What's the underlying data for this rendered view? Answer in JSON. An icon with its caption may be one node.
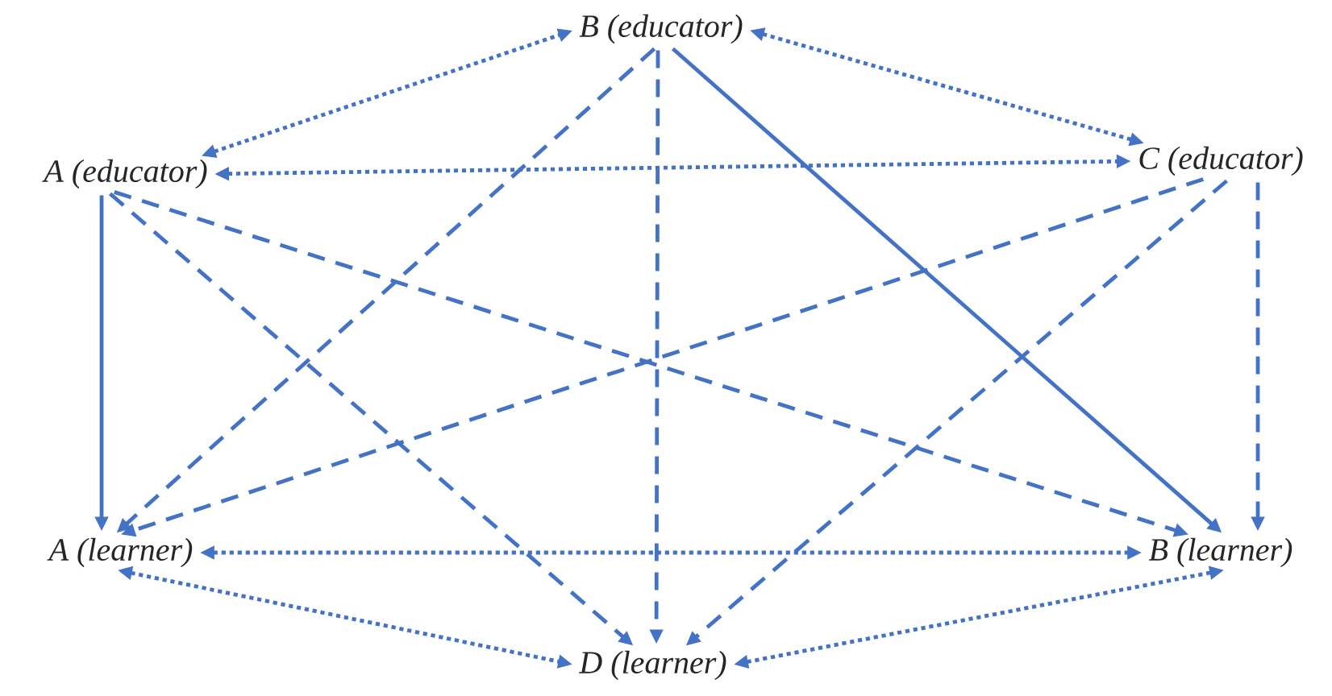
{
  "diagram": {
    "nodes": [
      {
        "text": [
          "B (educator)"
        ]
      },
      {
        "text": [
          "A (educator)"
        ]
      },
      {
        "text": [
          "C (educator)"
        ]
      },
      {
        "text": [
          "A (learner)"
        ]
      },
      {
        "text": [
          "B (learner)"
        ]
      },
      {
        "text": [
          "D (learner)"
        ]
      }
    ],
    "edges": [
      {
        "from": 1,
        "to": 0,
        "arrow": "both",
        "style": "dashed"
      },
      {
        "from": 0,
        "to": 2,
        "arrow": "both",
        "style": "dashed"
      },
      {
        "from": 1,
        "to": 2,
        "arrow": "both",
        "style": "dashed"
      },
      {
        "from": 1,
        "to": 3,
        "arrow": "to"
      },
      {
        "from": 1,
        "to": 5,
        "arrow": "to",
        "style": "dashed"
      },
      {
        "from": 1,
        "to": 4,
        "arrow": "to",
        "style": "dashed"
      },
      {
        "from": 0,
        "to": 3,
        "arrow": "to",
        "style": "dashed"
      },
      {
        "from": 0,
        "to": 5,
        "arrow": "to",
        "style": "dashed"
      },
      {
        "from": 0,
        "to": 4,
        "arrow": "to"
      },
      {
        "from": 2,
        "to": 3,
        "arrow": "to",
        "style": "dashed"
      },
      {
        "from": 2,
        "to": 5,
        "arrow": "to",
        "style": "dashed"
      },
      {
        "from": 2,
        "to": 4,
        "arrow": "to",
        "style": "dashed"
      },
      {
        "from": 3,
        "to": 4,
        "arrow": "both",
        "style": "dashed"
      },
      {
        "from": 3,
        "to": 5,
        "arrow": "both",
        "style": "dashed"
      },
      {
        "from": 5,
        "to": 4,
        "arrow": "both",
        "style": "dashed"
      }
    ]
  }
}
